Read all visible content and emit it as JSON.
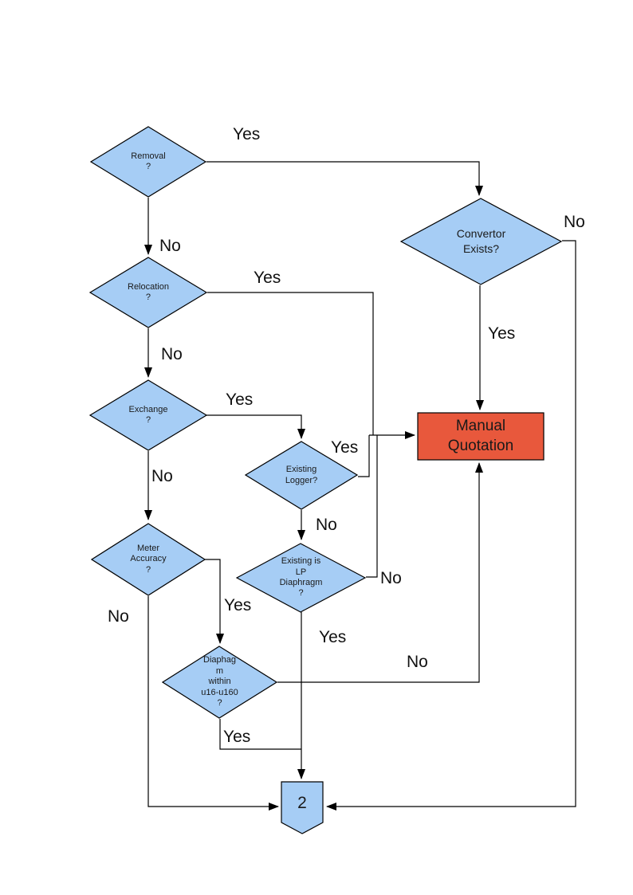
{
  "diagram": {
    "type": "flowchart",
    "page": "meter-work-decision-flow"
  },
  "colors": {
    "background": "#ffffff",
    "decision_fill": "#A6CDF5",
    "action_fill": "#E8583C",
    "shape_border": "#000000",
    "text": "#1a1a1a",
    "label_text": "#111111"
  },
  "nodes": {
    "removal": {
      "type": "decision",
      "label": "Removal\n?"
    },
    "relocation": {
      "type": "decision",
      "label": "Relocation\n?"
    },
    "exchange": {
      "type": "decision",
      "label": "Exchange\n?"
    },
    "meter_accuracy": {
      "type": "decision",
      "label": "Meter\nAccuracy\n?"
    },
    "convertor_exists": {
      "type": "decision",
      "label": "Convertor\nExists?"
    },
    "existing_logger": {
      "type": "decision",
      "label": "Existing\nLogger?"
    },
    "existing_lp_diaphragm": {
      "type": "decision",
      "label": "Existing is\nLP\nDiaphragm\n?"
    },
    "diaphragm_within": {
      "type": "decision",
      "label": "Diaphag\nm\nwithin\nu16-u160\n?"
    },
    "manual_quotation": {
      "type": "process",
      "label": "Manual\nQuotation"
    },
    "offpage_connector": {
      "type": "off-page-connector",
      "label": "2"
    }
  },
  "edge_labels": {
    "removal_yes": "Yes",
    "removal_no": "No",
    "convertor_no": "No",
    "convertor_yes": "Yes",
    "relocation_yes": "Yes",
    "relocation_no": "No",
    "exchange_yes": "Yes",
    "exchange_no": "No",
    "logger_yes": "Yes",
    "logger_no": "No",
    "lp_no": "No",
    "lp_yes": "Yes",
    "meter_no": "No",
    "meter_yes": "Yes",
    "diaphragm_no": "No",
    "diaphragm_yes": "Yes"
  }
}
